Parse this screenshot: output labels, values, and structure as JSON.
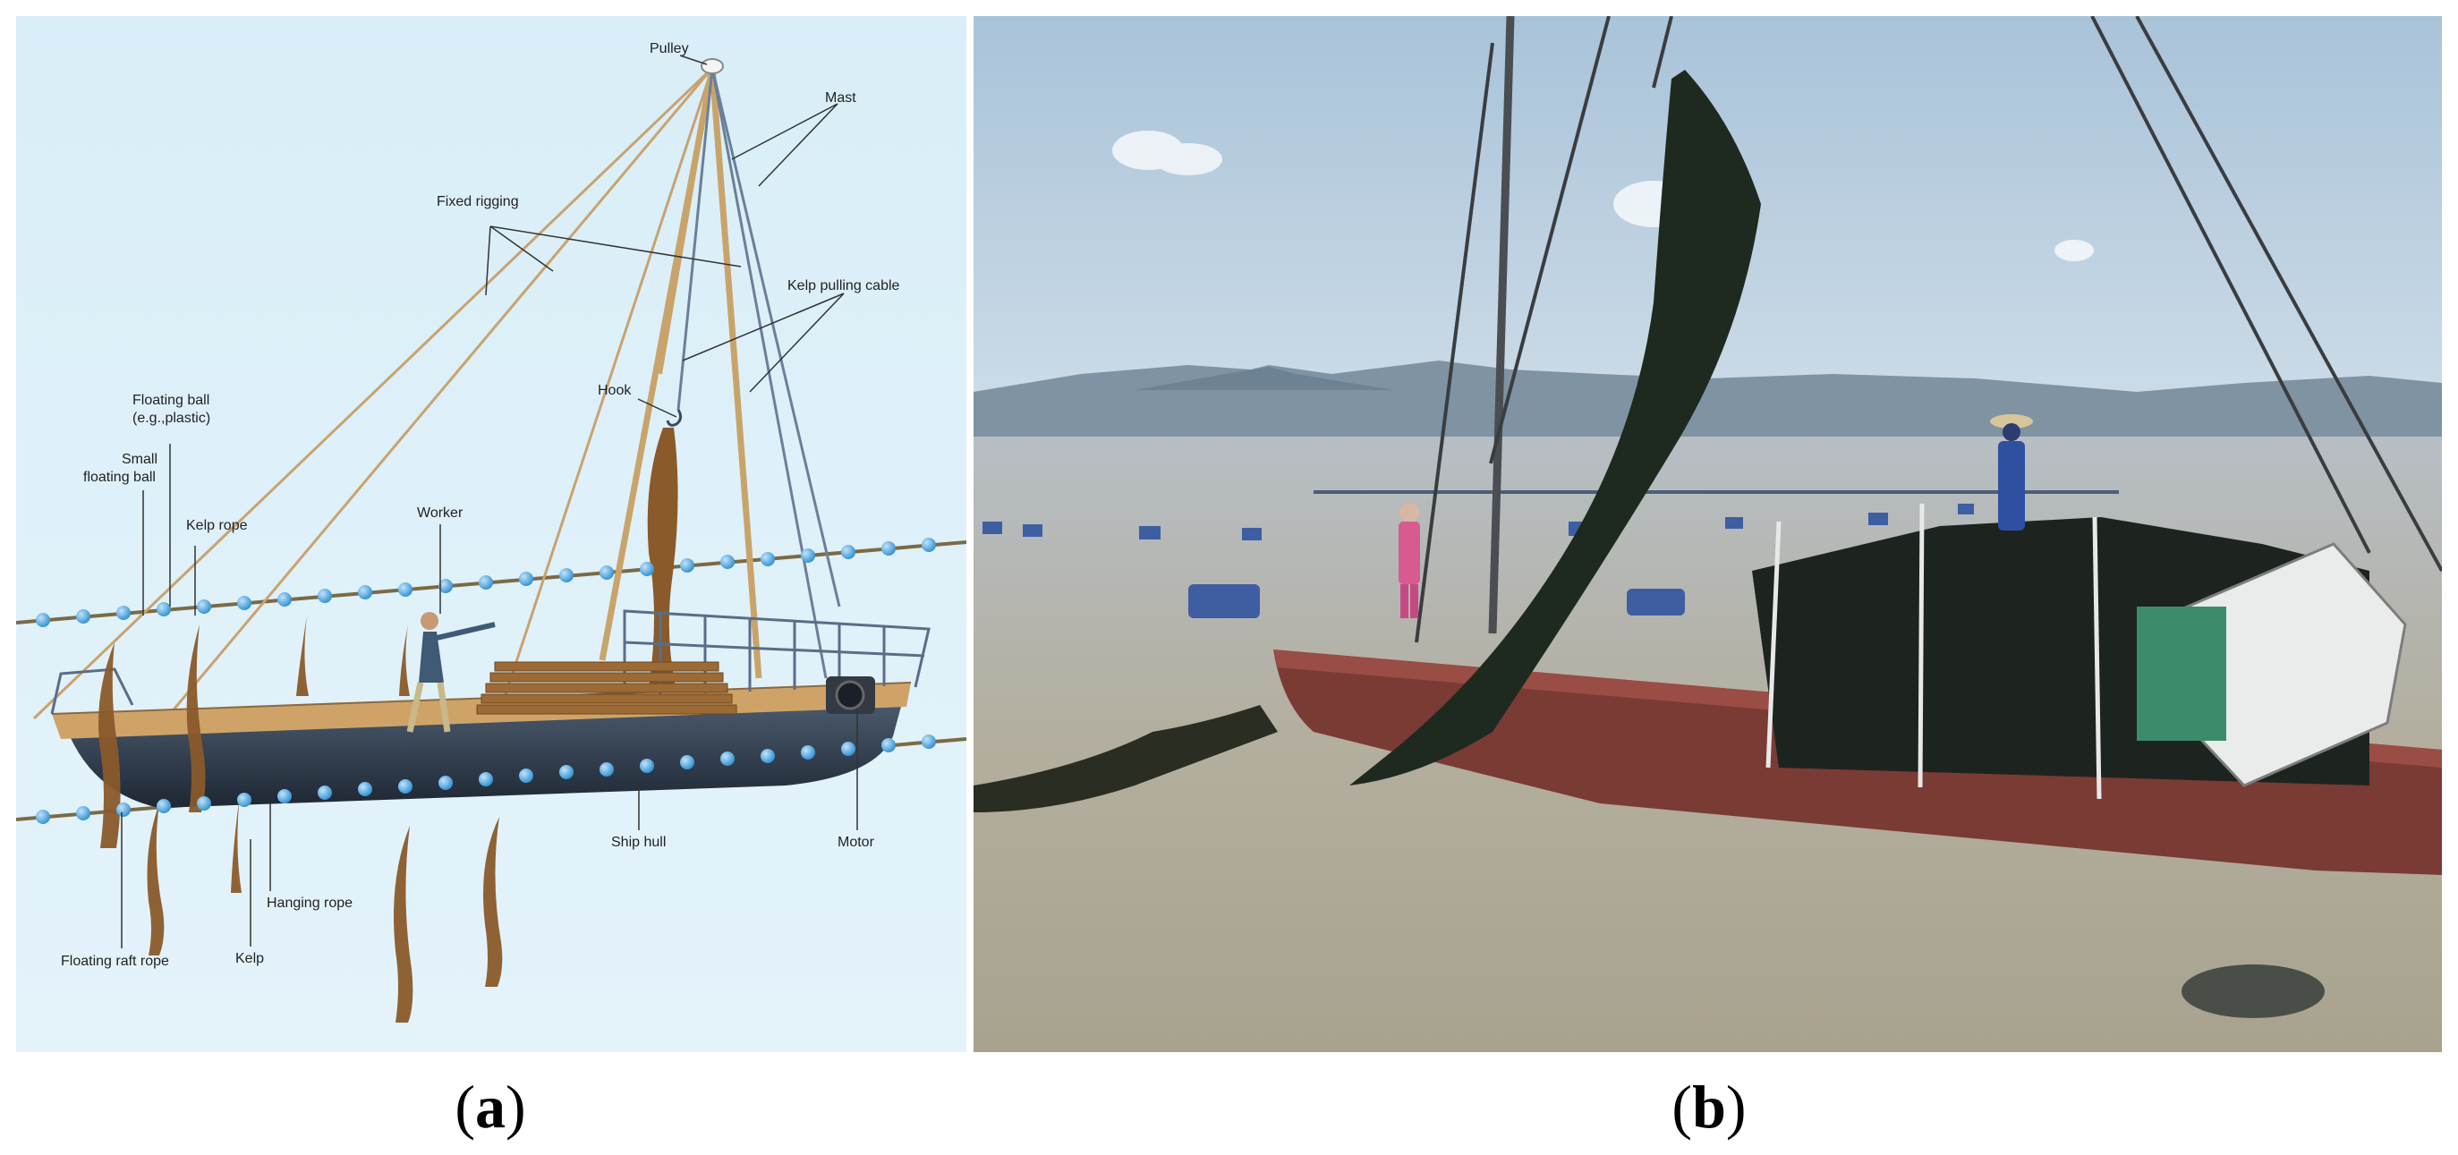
{
  "panel_a": {
    "labels": {
      "pulley": "Pulley",
      "mast": "Mast",
      "fixed_rigging": "Fixed rigging",
      "kelp_pulling_cable": "Kelp pulling cable",
      "hook": "Hook",
      "floating_ball_1": "Floating ball",
      "floating_ball_2": "(e.g.,plastic)",
      "small_floating_ball_1": "Small",
      "small_floating_ball_2": "floating ball",
      "kelp_rope": "Kelp rope",
      "worker": "Worker",
      "ship_hull": "Ship hull",
      "motor": "Motor",
      "hanging_rope": "Hanging rope",
      "floating_raft_rope": "Floating raft rope",
      "kelp": "Kelp"
    },
    "caption_open": "(",
    "caption_letter": "a",
    "caption_close": ")"
  },
  "panel_b": {
    "caption_open": "(",
    "caption_letter": "b",
    "caption_close": ")"
  },
  "colors": {
    "diagram_bg": "#dbeff8",
    "deck": "#cfa368",
    "hull": "#2d3b4c",
    "kelp": "#8a5a2b",
    "float_ball": "#3d9ad6",
    "sky": "#b8cfe0",
    "water": "#b9b5a6"
  }
}
